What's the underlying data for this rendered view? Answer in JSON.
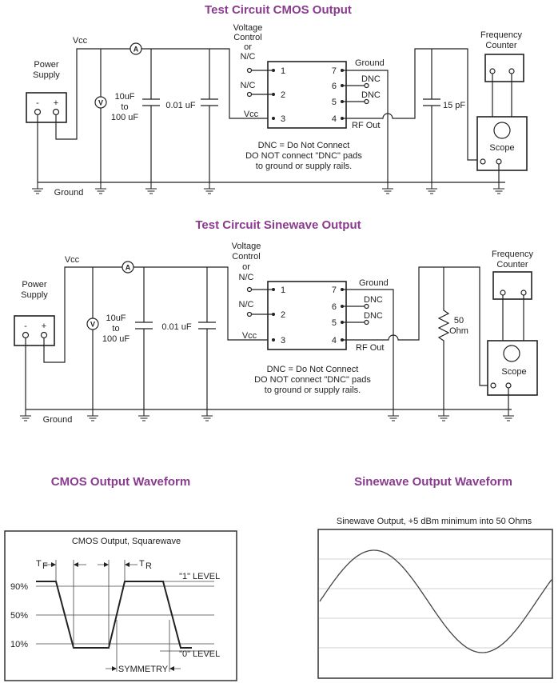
{
  "top_circuit": {
    "title": "Test Circuit CMOS Output",
    "vcc": "Vcc",
    "power_supply_1": "Power",
    "power_supply_2": "Supply",
    "minus": "-",
    "plus": "+",
    "ammeter": "A",
    "voltmeter": "V",
    "cap1_1": "10uF",
    "cap1_2": "to",
    "cap1_3": "100 uF",
    "cap2": "0.01 uF",
    "vc_1": "Voltage",
    "vc_2": "Control",
    "vc_3": "or",
    "vc_4": "N/C",
    "nc": "N/C",
    "vcc_pin": "Vcc",
    "pin1": "1",
    "pin2": "2",
    "pin3": "3",
    "pin4": "4",
    "pin5": "5",
    "pin6": "6",
    "pin7": "7",
    "ground_pin": "Ground",
    "dnc6": "DNC",
    "dnc5": "DNC",
    "rf_out": "RF Out",
    "load": "15 pF",
    "fc_1": "Frequency",
    "fc_2": "Counter",
    "scope": "Scope",
    "note_1": "DNC = Do Not Connect",
    "note_2": "DO NOT connect \"DNC\" pads",
    "note_3": "to ground or supply rails.",
    "ground": "Ground"
  },
  "bottom_circuit": {
    "title": "Test Circuit Sinewave Output",
    "vcc": "Vcc",
    "power_supply_1": "Power",
    "power_supply_2": "Supply",
    "minus": "-",
    "plus": "+",
    "ammeter": "A",
    "voltmeter": "V",
    "cap1_1": "10uF",
    "cap1_2": "to",
    "cap1_3": "100 uF",
    "cap2": "0.01 uF",
    "vc_1": "Voltage",
    "vc_2": "Control",
    "vc_3": "or",
    "vc_4": "N/C",
    "nc": "N/C",
    "vcc_pin": "Vcc",
    "pin1": "1",
    "pin2": "2",
    "pin3": "3",
    "pin4": "4",
    "pin5": "5",
    "pin6": "6",
    "pin7": "7",
    "ground_pin": "Ground",
    "dnc6": "DNC",
    "dnc5": "DNC",
    "rf_out": "RF Out",
    "load_1": "50",
    "load_2": "Ohm",
    "fc_1": "Frequency",
    "fc_2": "Counter",
    "scope": "Scope",
    "note_1": "DNC = Do Not Connect",
    "note_2": "DO NOT connect \"DNC\" pads",
    "note_3": "to ground or supply rails.",
    "ground": "Ground"
  },
  "cmos_waveform": {
    "title": "CMOS Output Waveform",
    "inner_title": "CMOS Output, Squarewave",
    "tf": "T",
    "tf_sub": "F",
    "tr": "T",
    "tr_sub": "R",
    "level_90": "90%",
    "level_50": "50%",
    "level_10": "10%",
    "one_level_a": "\"1\"",
    "one_level_b": "LEVEL",
    "zero_level_a": "\"0\"",
    "zero_level_b": "LEVEL",
    "symmetry": "SYMMETRY"
  },
  "sine_waveform": {
    "title": "Sinewave Output Waveform",
    "caption": "Sinewave Output, +5 dBm minimum into 50 Ohms"
  },
  "colors": {
    "title_purple": "#8a3b8f",
    "line": "#222222"
  }
}
